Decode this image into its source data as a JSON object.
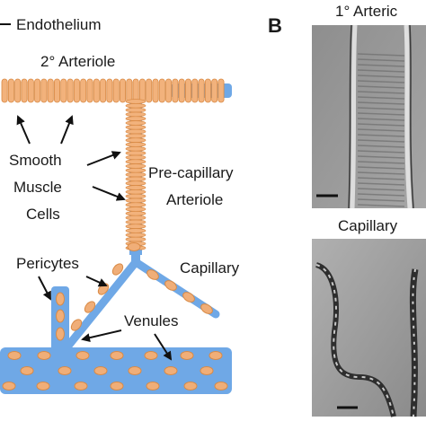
{
  "panel_b": {
    "letter": "B",
    "top_title": "1° Arteric",
    "bottom_title": "Capillary"
  },
  "diagram": {
    "endothelium_label": "Endothelium",
    "arteriole_2_label": "2° Arteriole",
    "smooth_muscle_label": [
      "Smooth",
      "Muscle",
      "Cells"
    ],
    "precapillary_label": [
      "Pre-capillary",
      "Arteriole"
    ],
    "capillary_label": "Capillary",
    "pericytes_label": "Pericytes",
    "venules_label": "Venules"
  },
  "colors": {
    "endothelium_blue": "#6fa8e6",
    "muscle_orange": "#f2b27c",
    "muscle_outline": "#d98a45",
    "pericyte_fill": "#f0ae78",
    "micrograph_bg": "#9a9a9a"
  }
}
